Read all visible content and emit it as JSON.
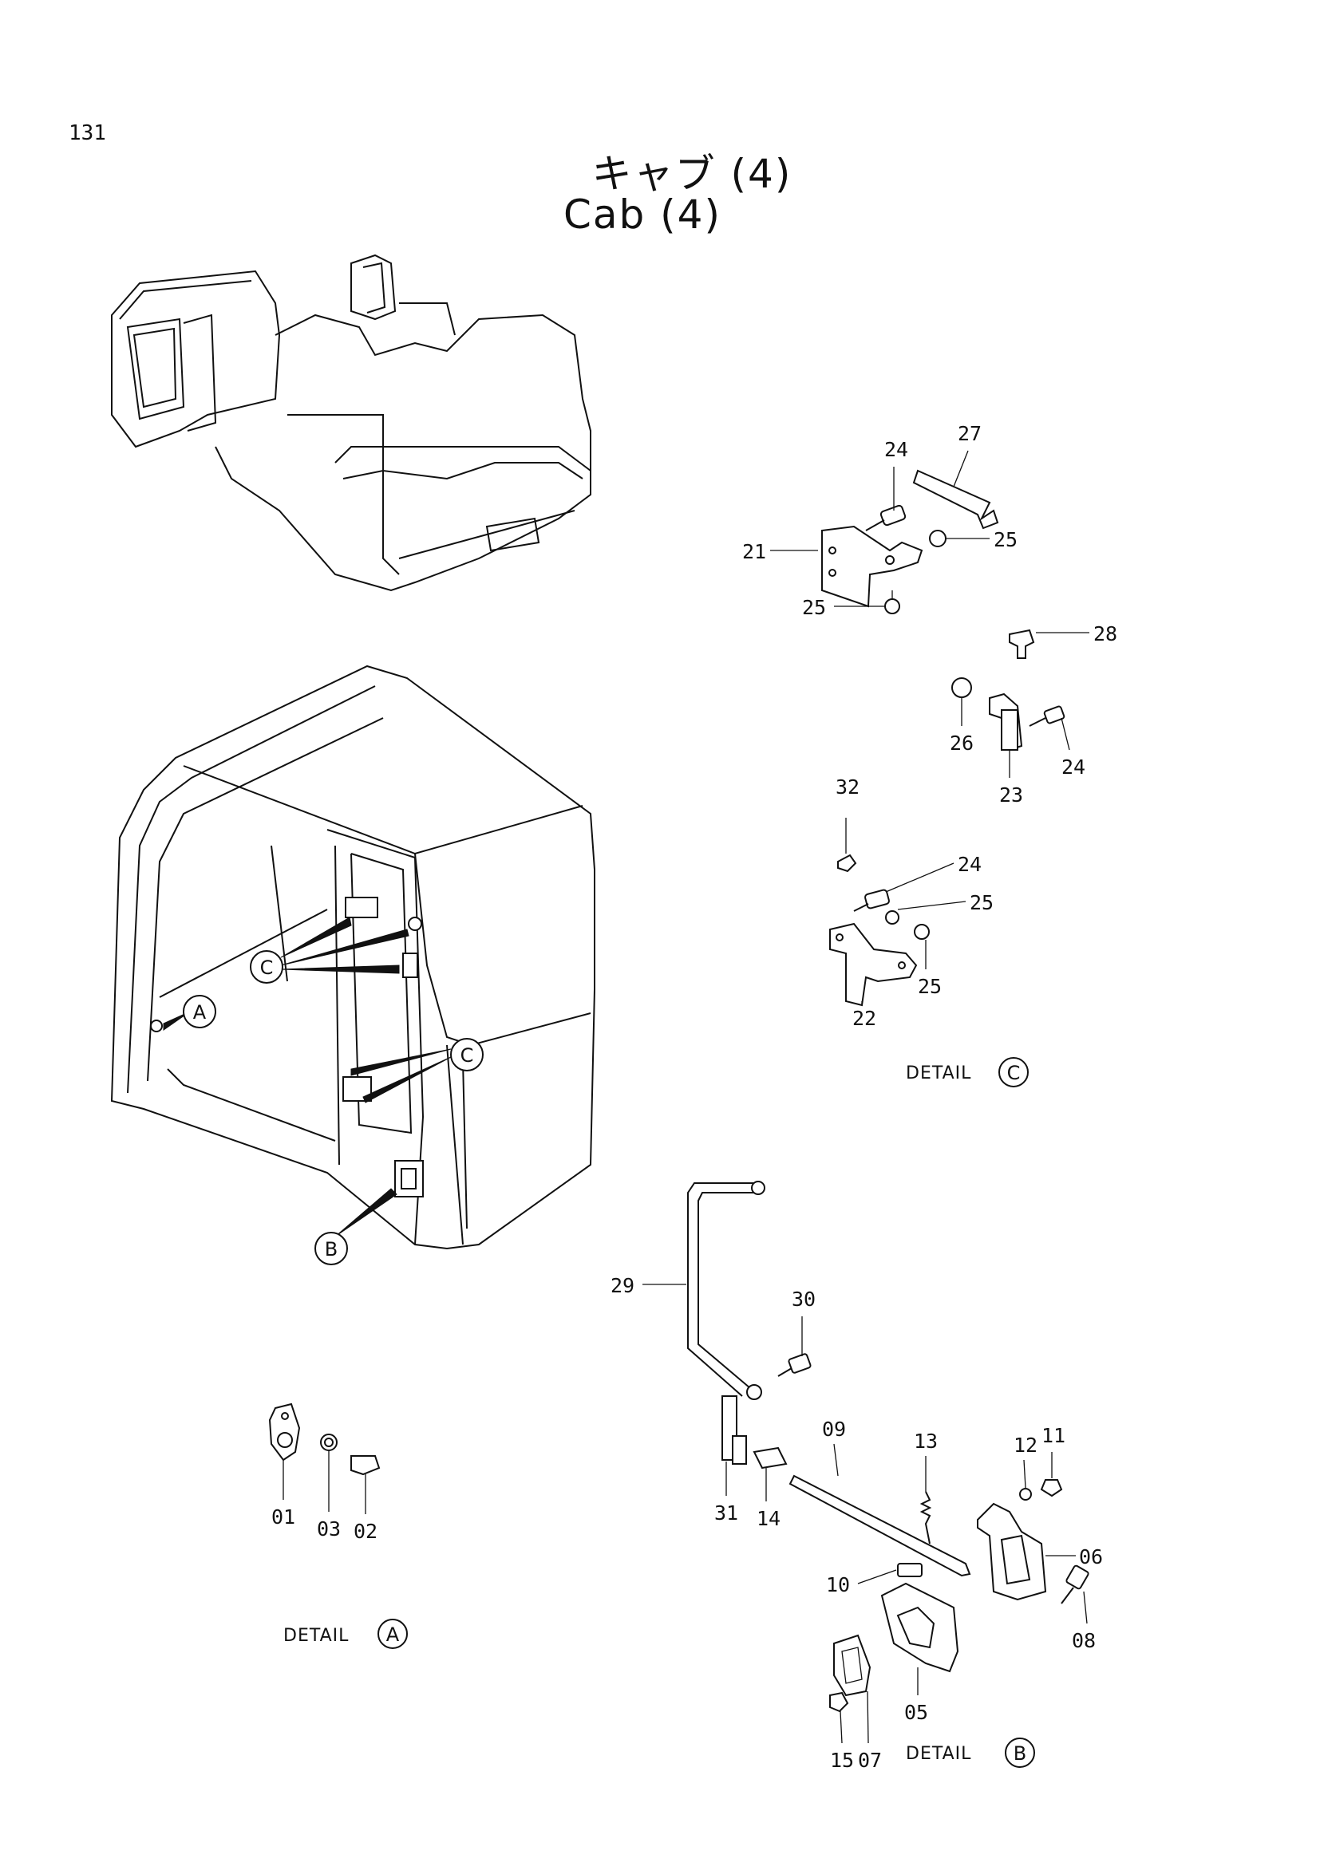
{
  "page_number": "131",
  "title_jp": "キャブ (4)",
  "title_en": "Cab (4)",
  "callouts": {
    "A": "A",
    "B": "B",
    "C": "C"
  },
  "details": {
    "a": {
      "text": "DETAIL",
      "letter": "A"
    },
    "b": {
      "text": "DETAIL",
      "letter": "B"
    },
    "c": {
      "text": "DETAIL",
      "letter": "C"
    }
  },
  "parts": {
    "p01": "01",
    "p02": "02",
    "p03": "03",
    "p05": "05",
    "p06": "06",
    "p07": "07",
    "p08": "08",
    "p09": "09",
    "p10": "10",
    "p11": "11",
    "p12": "12",
    "p13": "13",
    "p14": "14",
    "p15": "15",
    "p21": "21",
    "p22": "22",
    "p23": "23",
    "p24a": "24",
    "p24b": "24",
    "p24c": "24",
    "p25a": "25",
    "p25b": "25",
    "p25c": "25",
    "p25d": "25",
    "p26": "26",
    "p27": "27",
    "p28": "28",
    "p29": "29",
    "p30": "30",
    "p31": "31",
    "p32": "32"
  }
}
